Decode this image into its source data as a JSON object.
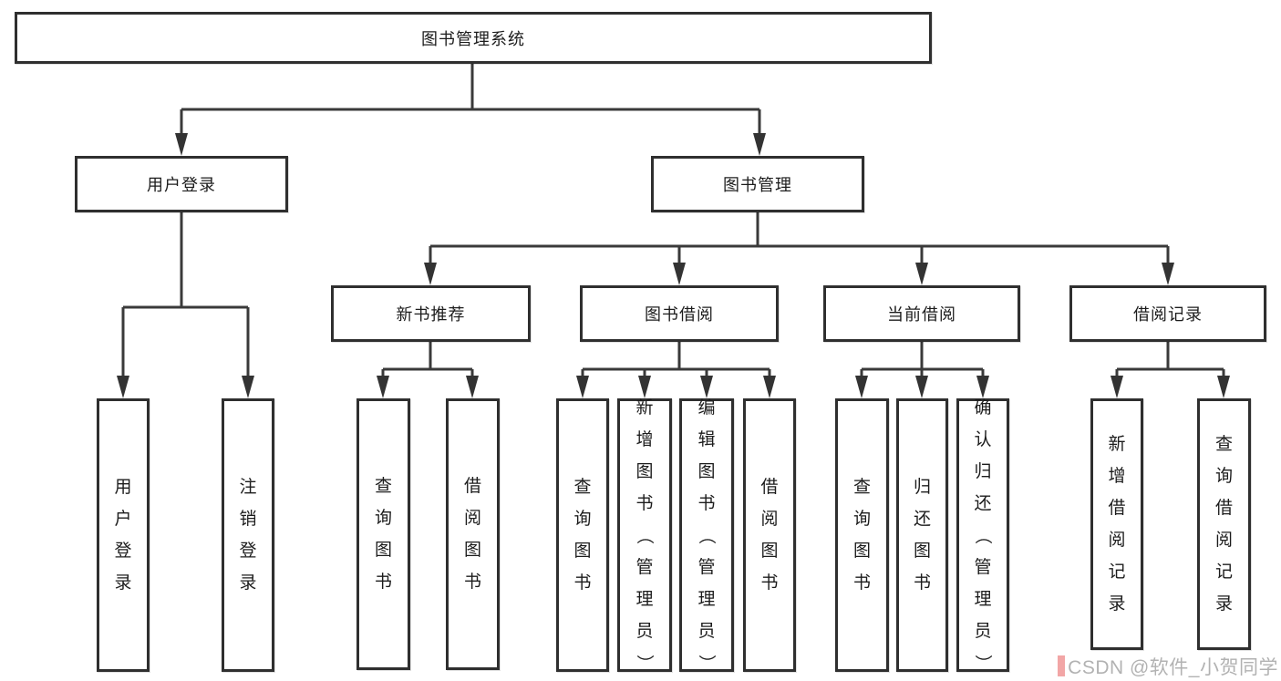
{
  "diagram": {
    "root": {
      "label": "图书管理系统"
    },
    "level2": [
      {
        "label": "用户登录"
      },
      {
        "label": "图书管理"
      }
    ],
    "level3": [
      {
        "label": "新书推荐"
      },
      {
        "label": "图书借阅"
      },
      {
        "label": "当前借阅"
      },
      {
        "label": "借阅记录"
      }
    ],
    "leaves": {
      "user_login": [
        {
          "label": "用户登录"
        },
        {
          "label": "注销登录"
        }
      ],
      "new_book": [
        {
          "label": "查询图书"
        },
        {
          "label": "借阅图书"
        }
      ],
      "book_borrow": [
        {
          "label": "查询图书"
        },
        {
          "label": "新增图书（管理员）"
        },
        {
          "label": "编辑图书（管理员）"
        },
        {
          "label": "借阅图书"
        }
      ],
      "current_borrow": [
        {
          "label": "查询图书"
        },
        {
          "label": "归还图书"
        },
        {
          "label": "确认归还（管理员）"
        }
      ],
      "borrow_record": [
        {
          "label": "新增借阅记录"
        },
        {
          "label": "查询借阅记录"
        }
      ]
    }
  },
  "watermark": {
    "text": "CSDN @软件_小贺同学",
    "color": "#a4a4a4",
    "logo_color": "#f2a6a6"
  },
  "colors": {
    "background": "#ffffff",
    "box_border": "#2f2f2f",
    "line": "#3a3a3a",
    "text": "#1c1c1c"
  }
}
